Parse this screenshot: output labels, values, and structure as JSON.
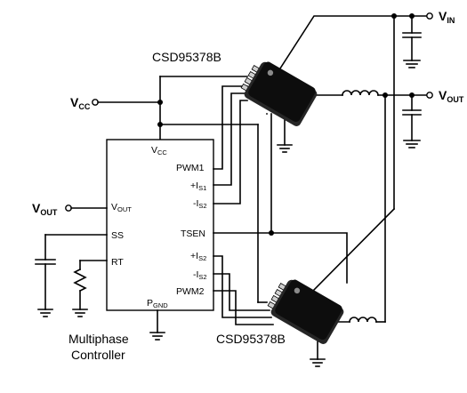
{
  "title": "",
  "devices": {
    "top": {
      "part": "CSD95378B"
    },
    "bottom": {
      "part": "CSD95378B"
    }
  },
  "controller": {
    "name_line1": "Multiphase",
    "name_line2": "Controller",
    "pins": {
      "vcc": {
        "main": "V",
        "sub": "CC"
      },
      "pwm1": {
        "main": "PWM1"
      },
      "is1_plus": {
        "main": "+I",
        "sub": "S1"
      },
      "is2_minus_top": {
        "main": "-I",
        "sub": "S2"
      },
      "vout": {
        "main": "V",
        "sub": "OUT"
      },
      "ss": {
        "main": "SS"
      },
      "tsen": {
        "main": "TSEN"
      },
      "rt": {
        "main": "RT"
      },
      "is2_plus": {
        "main": "+I",
        "sub": "S2"
      },
      "is2_minus_bottom": {
        "main": "-I",
        "sub": "S2"
      },
      "pwm2": {
        "main": "PWM2"
      },
      "pgnd": {
        "main": "P",
        "sub": "GND"
      }
    }
  },
  "terminals": {
    "vin": {
      "main": "V",
      "sub": "IN"
    },
    "vout_right": {
      "main": "V",
      "sub": "OUT"
    },
    "vcc_left": {
      "main": "V",
      "sub": "CC"
    },
    "vout_left": {
      "main": "V",
      "sub": "OUT"
    }
  }
}
